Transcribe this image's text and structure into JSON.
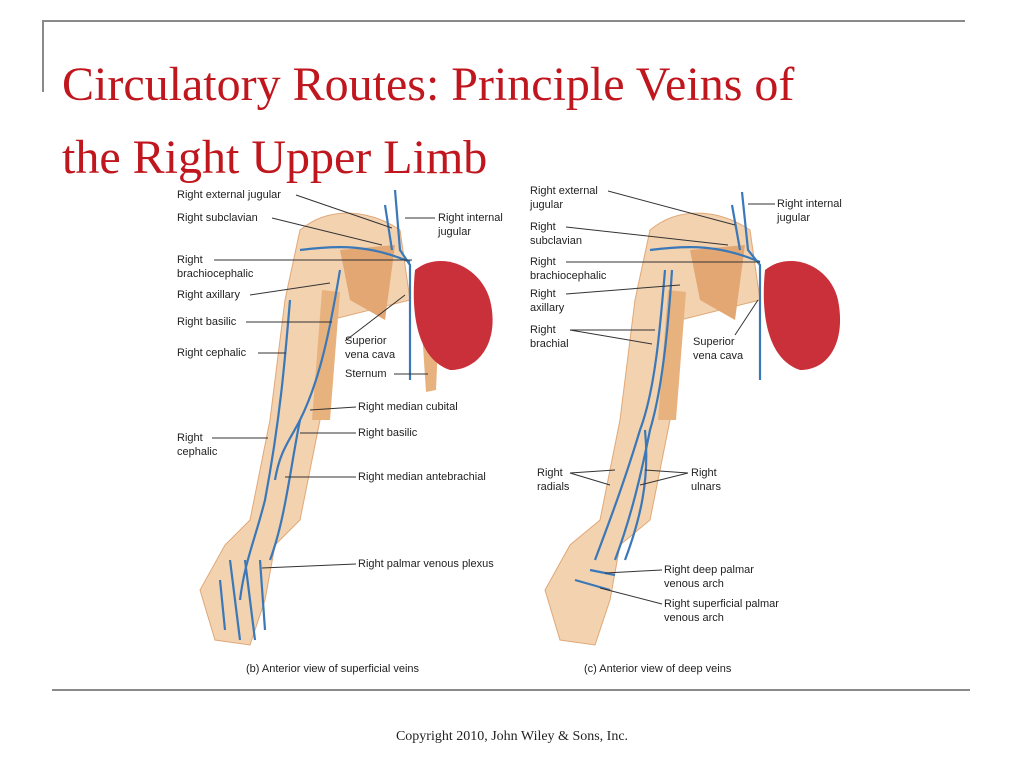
{
  "slide": {
    "title_line1": "Circulatory Routes: Principle Veins of",
    "title_line2": "the Right Upper Limb",
    "copyright": "Copyright 2010, John Wiley & Sons, Inc."
  },
  "figure_b": {
    "caption": "(b) Anterior view of superficial veins",
    "labels": {
      "ext_jugular": "Right external jugular",
      "subclavian": "Right subclavian",
      "brachio_1": "Right",
      "brachio_2": "brachiocephalic",
      "axillary": "Right axillary",
      "basilic_upper": "Right basilic",
      "cephalic_upper": "Right cephalic",
      "cephalic_lower_1": "Right",
      "cephalic_lower_2": "cephalic",
      "int_jugular_1": "Right internal",
      "int_jugular_2": "jugular",
      "svc_1": "Superior",
      "svc_2": "vena cava",
      "sternum": "Sternum",
      "median_cubital": "Right median cubital",
      "basilic_lower": "Right basilic",
      "median_antebrachial": "Right median antebrachial",
      "palmar_plexus": "Right palmar venous plexus"
    }
  },
  "figure_c": {
    "caption": "(c) Anterior view of deep veins",
    "labels": {
      "ext_jugular_1": "Right external",
      "ext_jugular_2": "jugular",
      "int_jugular_1": "Right internal",
      "int_jugular_2": "jugular",
      "subclavian_1": "Right",
      "subclavian_2": "subclavian",
      "brachio_1": "Right",
      "brachio_2": "brachiocephalic",
      "axillary_1": "Right",
      "axillary_2": "axillary",
      "brachial_1": "Right",
      "brachial_2": "brachial",
      "svc_1": "Superior",
      "svc_2": "vena cava",
      "radials_1": "Right",
      "radials_2": "radials",
      "ulnars_1": "Right",
      "ulnars_2": "ulnars",
      "deep_arch_1": "Right deep palmar",
      "deep_arch_2": "venous arch",
      "sup_arch_1": "Right superficial palmar",
      "sup_arch_2": "venous arch"
    }
  },
  "colors": {
    "title": "#C0161E",
    "vein": "#3a78b8",
    "heart": "#c9303a",
    "skin": "#f0c8a0"
  }
}
